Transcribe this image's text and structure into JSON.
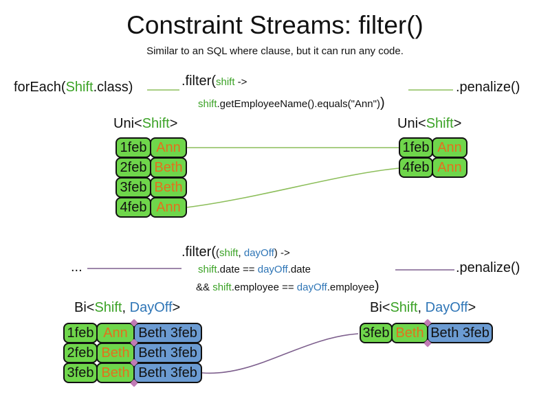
{
  "slide": {
    "title": "Constraint Streams: filter()",
    "subtitle": "Similar to an SQL where clause, but it can run any code."
  },
  "colors": {
    "code_green": "#3ba226",
    "code_blue": "#2e75b6",
    "employee_orange": "#e2711d",
    "shift_fill": "#6fd64b",
    "pair_fill": "#6b9bd2",
    "green_line": "#8cbe5a",
    "purple_line": "#7d5f8d",
    "diamond_pink": "#c17bb5"
  },
  "uni_label": {
    "pre": "Uni<",
    "type": "Shift",
    "post": ">"
  },
  "bi_label": {
    "pre": "Bi<",
    "type1": "Shift",
    "comma": ", ",
    "type2": "DayOff",
    "post": ">"
  },
  "code1": {
    "foreach_pre": "forEach(",
    "foreach_type": "Shift",
    "foreach_post": ".class)",
    "filter_pre": ".filter(",
    "filter_param": "shift",
    "filter_arrow": " ->",
    "lambda_var": "shift",
    "lambda_body": ".getEmployeeName().equals(\"Ann\")",
    "lambda_close": ")",
    "penalize": ".penalize()"
  },
  "code2": {
    "source": "...",
    "filter_pre": ".filter(",
    "paren": "(",
    "param1": "shift",
    "comma": ", ",
    "param2": "dayOff",
    "params_close": ") ->",
    "line1_var1": "shift",
    "line1_mid": ".date == ",
    "line1_var2": "dayOff",
    "line1_end": ".date",
    "line2_op": "&& ",
    "line2_var1": "shift",
    "line2_mid": ".employee == ",
    "line2_var2": "dayOff",
    "line2_end": ".employee",
    "line2_close": ")",
    "penalize": ".penalize()"
  },
  "uni_left_rows": [
    {
      "date": "1feb",
      "employee": "Ann"
    },
    {
      "date": "2feb",
      "employee": "Beth"
    },
    {
      "date": "3feb",
      "employee": "Beth"
    },
    {
      "date": "4feb",
      "employee": "Ann"
    }
  ],
  "uni_right_rows": [
    {
      "date": "1feb",
      "employee": "Ann"
    },
    {
      "date": "4feb",
      "employee": "Ann"
    }
  ],
  "bi_left_rows": [
    {
      "date": "1feb",
      "employee": "Ann",
      "pair": "Beth 3feb"
    },
    {
      "date": "2feb",
      "employee": "Beth",
      "pair": "Beth 3feb"
    },
    {
      "date": "3feb",
      "employee": "Beth",
      "pair": "Beth 3feb"
    }
  ],
  "bi_right_rows": [
    {
      "date": "3feb",
      "employee": "Beth",
      "pair": "Beth 3feb"
    }
  ]
}
